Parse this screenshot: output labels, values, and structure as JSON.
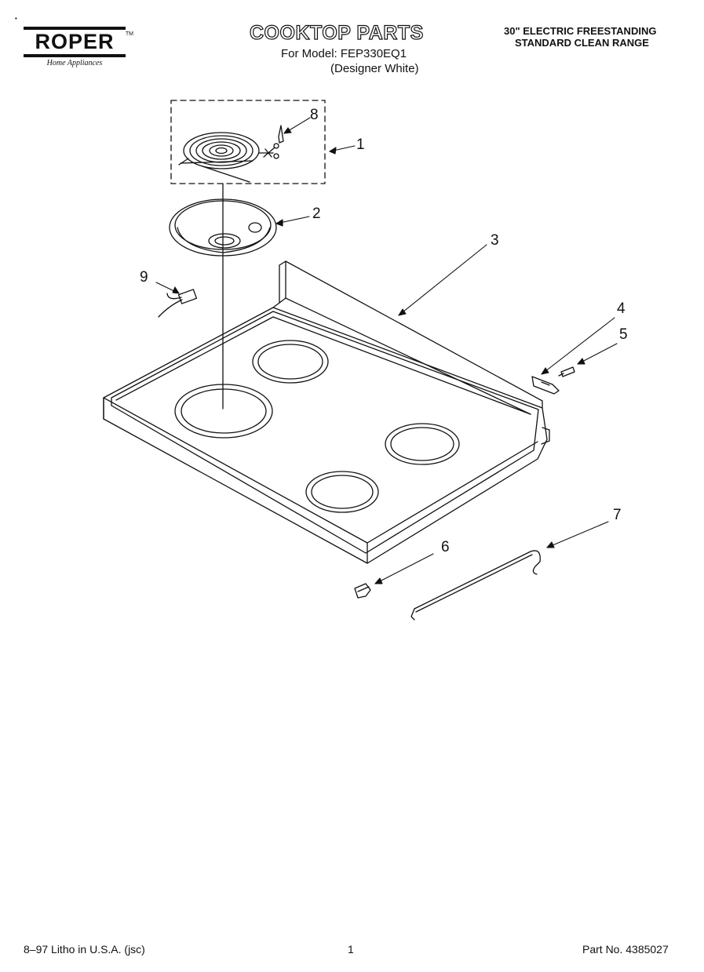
{
  "header": {
    "brand": "ROPER",
    "brand_tagline": "Home Appliances",
    "trademark": "TM",
    "title": "COOKTOP PARTS",
    "model_line": "For Model: FEP330EQ1",
    "color_line": "(Designer White)",
    "range_line1": "30\" ELECTRIC FREESTANDING",
    "range_line2": "STANDARD CLEAN RANGE"
  },
  "callouts": [
    {
      "id": "1",
      "part": "surface-element-assembly"
    },
    {
      "id": "2",
      "part": "drip-bowl"
    },
    {
      "id": "3",
      "part": "cooktop"
    },
    {
      "id": "4",
      "part": "hinge-bracket"
    },
    {
      "id": "5",
      "part": "screw"
    },
    {
      "id": "6",
      "part": "bumper"
    },
    {
      "id": "7",
      "part": "support-rod"
    },
    {
      "id": "8",
      "part": "terminal"
    },
    {
      "id": "9",
      "part": "terminal-block"
    }
  ],
  "footer": {
    "litho": "8–97 Litho in U.S.A. (jsc)",
    "page_number": "1",
    "part_number": "Part No. 4385027"
  }
}
